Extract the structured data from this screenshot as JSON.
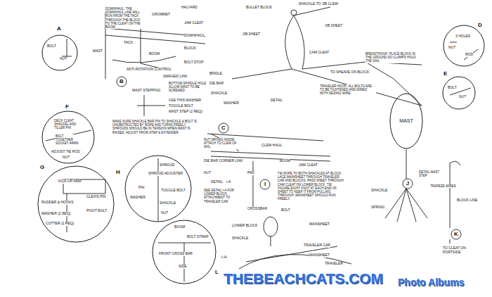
{
  "diagram": {
    "nodes": [
      {
        "text": [
          "A",
          "BOLT",
          "NUT"
        ]
      },
      {
        "text": [
          "D",
          "3 HOLES",
          "NUT",
          "ROD"
        ]
      },
      {
        "text": [
          "E",
          "BOLT",
          "NUT"
        ]
      },
      {
        "text": [
          "F",
          "DECK CLEAT SHACKEL AND TILLER PIN",
          "BOLT TOGETHER SOCKET ARMS",
          "ADJUST TIE ROD",
          "NUT"
        ]
      },
      {
        "text": [
          "MAST"
        ]
      },
      {
        "text": [
          "G",
          "KICK-UP ARM",
          "CLEVIS PIN",
          "PIVOT BOLT",
          "RUDDER & HOOKS",
          "WASHER (2 REQ)",
          "COTTER (2 REQ)"
        ]
      },
      {
        "text": [
          "H",
          "SHROUD",
          "SHROUD ADJUSTER",
          "PIN",
          "WASHER",
          "TOGGLE BOLT",
          "SHACKLE",
          "NUT"
        ]
      },
      {
        "text": [
          "L",
          "BOOM",
          "BOLT STRAP",
          "FRONT CROSS BAR",
          "SIDE"
        ]
      }
    ],
    "labels": [
      "DOWNHAUL: THE DOWNHAUL LINE WILL RUN FROM THE TACK THROUGH THE BLOCK TO THE CLEAT ON THE BOOM",
      "GROMMET",
      "HALYARD",
      "JAM CLEAT",
      "DOWNHAUL",
      "MAST",
      "TACK",
      "BOOM",
      "BLOCK",
      "BOLT STOP",
      "ANTI-ROTATION CONTROL",
      "B",
      "SWAGED LINK",
      "MAST STEPPING",
      "BOTTOM SPINDLE HOLE ALLOW MAST TO BE SCREWED",
      "USE THIS WASHER",
      "TOGGLE BOLT",
      "MAST STEP (2 REQ)",
      "MAKE SURE SHACKLE BAR PIN TO SHACKLE & BOLT IS UNOBSTRUCTED BY ROPE AND TURNS FREELY. SHROUDS SHOULD BE IN TENSION WHEN MAST IS RAISED, ADJUST FROM STEP & EXTENDER.",
      "BULLET BLOCK",
      "SHACKLE TO JIB CLEW",
      "JIB SHEET",
      "JIB SHEET",
      "CAM CLEAT",
      "TO SHEAVE ON BLOCK",
      "BREASTHOOK: PLACE BLOCK IN THE GROUND SO CLAMPS HOLD THE SAIL",
      "BRIDLE",
      "DIE BAR",
      "SHACKLE",
      "WASHER",
      "DETAIL",
      "TRAVELER HOOK: ALL BOLTS ARE TO BE TIGHTENED AND WIRED WITH SEIZING WIRE",
      "C",
      "NUT DRIVES INSIDE ATTACH TO CLEW OF SAIL",
      "CLEW HAUL",
      "DIE BAR CORNER LINK",
      "BOOM",
      "JAM CLEAT",
      "NUT",
      "PAD",
      "DETAIL",
      "I-A",
      "I",
      "TIE ROPE TO BOTH SHACKLES AT BLOCK. LACE MAINSHEET THROUGH TRAVELER CAR AND BLOCKS. PASS SHEET THROUGH CAM CLEAT ON LOWER BLOCK. TIE FIGURE EIGHT KNOT AT EACH END OF SHEET TO KEEP IT FROM PULLING THROUGH. MAINSHEET SHOULD RUN FREELY.",
      "SEE DETAIL I-A FOR LOWER BLOCK ATTACHMENT TO TRAVELER CAR",
      "CROSSBAR",
      "BOLT",
      "LOWER BLOCK",
      "SHACKLE",
      "MAINSHEET",
      "TRAVELER CAR",
      "MAINSHEET",
      "TRAVELER",
      "I-A",
      "J",
      "DETAIL MAST STEP",
      "TRAPEZE WIRES",
      "SHACKLE",
      "SPRING",
      "BLOCK LINE",
      "K",
      "TO CLEAT ON PORTSIDE",
      "THEBEACHCATS.COM",
      "Photo Albums"
    ]
  }
}
